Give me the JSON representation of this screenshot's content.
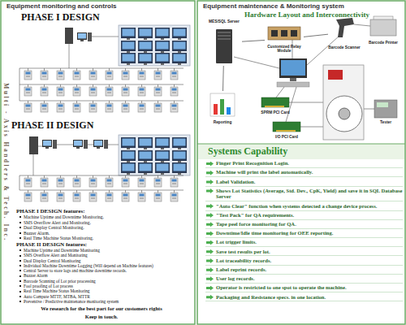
{
  "diagram": {
    "nodes": [
      {
        "text": [
          "MES/SQL Server"
        ]
      },
      {
        "text": [
          "Customized Relay Module"
        ]
      },
      {
        "text": [
          "Barcode Scanner"
        ]
      },
      {
        "text": [
          "Barcode Printer"
        ]
      },
      {
        "text": [
          "Reporting"
        ]
      },
      {
        "text": [
          "SPRM PCI Card"
        ]
      },
      {
        "text": [
          "I/O PCI Card"
        ]
      },
      {
        "text": [
          "Tester"
        ]
      }
    ],
    "edges": [
      {
        "from": 0,
        "to": 1,
        "arrow": "none"
      },
      {
        "from": 0,
        "to": 4,
        "arrow": "none"
      },
      {
        "from": 1,
        "to": 2,
        "arrow": "none"
      }
    ],
    "labels": [
      "Equipment monitoring and controls",
      "PHASE I DESIGN",
      "PHASE II DESIGN",
      "PHASE I DESIGN features:",
      "Machine Uptime and Downtime Monitoring.",
      "SMS Overflow Alert and Monitoring.",
      "Dual Display Central Monitoring.",
      "Buzzer Alarm.",
      "Real Time Machine Status Monitoring.",
      "PHASE II DESIGN features:",
      "Machine Uptime and Downtime Monitoring",
      "SMS Overflow Alert and Monitoring",
      "Dual Display Central Monitoring",
      "Individual Machine Downtime Logging (Will depend on Machine features)",
      "Central Server to store logs and machine downtime records.",
      "Buzzer Alarm",
      "Barcode Scanning of Lot prior processing",
      "Fool proofing of Lot process",
      "Real Time Machine Status Monitoring",
      "Auto Compute MTTF, MTBA, MTTR",
      "Preventive / Predictive maintenance monitoring system",
      "We research for the best part for our customers rights",
      "Keep in touch.",
      "Multi - Axis Handlers & Tech. Inc.",
      "Equipment maintenance & Monitoring system",
      "Hardware Layout and Interconnectivity",
      "Systems Capability",
      "Finger Print Recognition Login.",
      "Machine will print the label automatically.",
      "Label Validation.",
      "Shows Lot Statistics (Average, Std. Dev., CpK, Yield) and save it in SQL Database Server",
      "\"Auto Clear\" function when systems detected a change device process.",
      "\"Test Pack\" for QA requirements.",
      "Tape peel force monitoring for QA.",
      "Downtime/Idle time monitoring for OEE reporting.",
      "Lot trigger limits.",
      "Save test results per lot.",
      "Lot traceability records.",
      "Label reprint records.",
      "User log records.",
      "Operator is restricted to one spot to operate the machine.",
      "Packaging and Resistance specs. in one location."
    ]
  }
}
